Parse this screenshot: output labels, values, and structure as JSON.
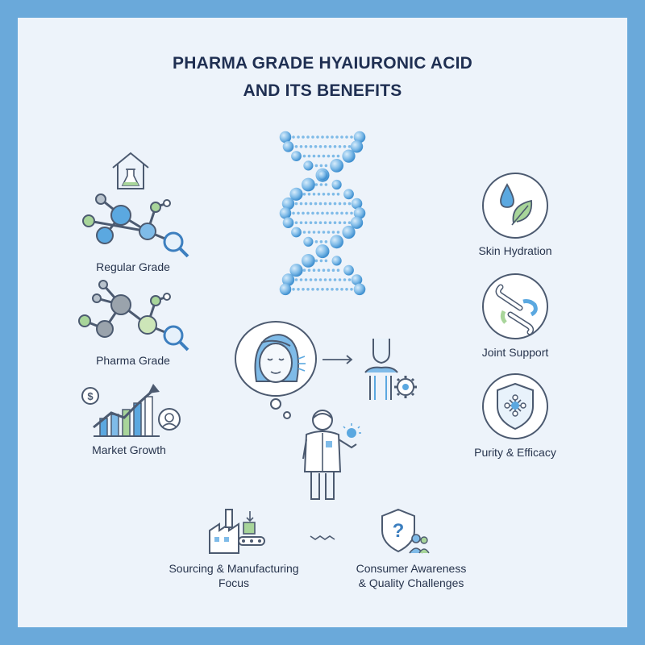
{
  "title": {
    "line1": "PHARMA GRADE HYAIURONIC ACID",
    "line2": "AND ITS BENEFITS"
  },
  "left": {
    "regular_grade": "Regular Grade",
    "pharma_grade": "Pharma Grade",
    "market_growth": "Market Growth"
  },
  "right": {
    "skin_hydration": "Skin Hydration",
    "joint_support": "Joint Support",
    "purity_efficacy": "Purity & Efficacy"
  },
  "bottom": {
    "sourcing_line1": "Sourcing & Manufacturing",
    "sourcing_line2": "Focus",
    "consumer_line1": "Consumer Awareness",
    "consumer_line2": "& Quality Challenges"
  },
  "icons": {
    "market_growth_currency": "$",
    "consumer_question": "?"
  },
  "colors": {
    "accent_blue": "#5ba8e0",
    "accent_green": "#a8d59a",
    "outline": "#4c5a70",
    "frame": "#6aa9da"
  }
}
